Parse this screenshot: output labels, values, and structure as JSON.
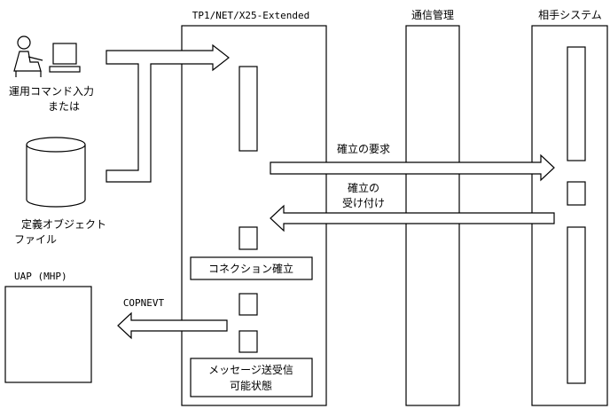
{
  "columns": {
    "tp1": "TP1/NET/X25-Extended",
    "comm": "通信管理",
    "partner": "相手システム"
  },
  "left": {
    "op_line1": "運用コマンド入力",
    "op_line2": "または",
    "def_line1": "定義オブジェクト",
    "def_line2": "ファイル",
    "uap": "UAP (MHP)"
  },
  "messages": {
    "req": "確立の要求",
    "accept_line1": "確立の",
    "accept_line2": "受け付け",
    "copnevt": "COPNEVT"
  },
  "states": {
    "established": "コネクション確立",
    "ready_line1": "メッセージ送受信",
    "ready_line2": "可能状態"
  },
  "icons": [
    "person-at-computer-icon",
    "database-cylinder-icon"
  ]
}
